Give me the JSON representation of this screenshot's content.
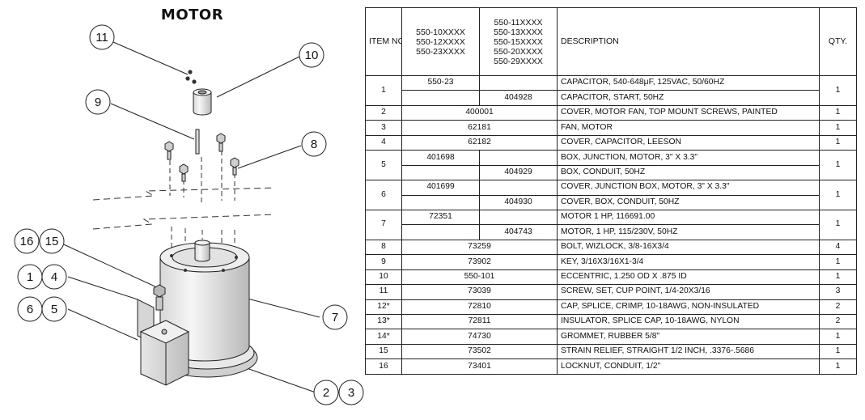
{
  "title": "MOTOR",
  "callouts": [
    "11",
    "10",
    "9",
    "8",
    "16",
    "15",
    "1",
    "4",
    "6",
    "5",
    "7",
    "2",
    "3"
  ],
  "table": {
    "headers": {
      "item_no": "ITEM NO.",
      "group_a": [
        "550-10XXXX",
        "550-12XXXX",
        "550-23XXXX"
      ],
      "group_b": [
        "550-11XXXX",
        "550-13XXXX",
        "550-15XXXX",
        "550-20XXXX",
        "550-29XXXX"
      ],
      "description": "DESCRIPTION",
      "qty": "QTY."
    },
    "rows": [
      {
        "item": "1",
        "a": "550-23",
        "b": "",
        "desc": "CAPACITOR, 540-648μF, 125VAC, 50/60HZ",
        "desc2": "CAPACITOR, START, 50HZ",
        "a2": "",
        "b2": "404928",
        "qty": "1"
      },
      {
        "item": "2",
        "ab": "400001",
        "desc": "COVER, MOTOR FAN, TOP MOUNT SCREWS, PAINTED",
        "qty": "1"
      },
      {
        "item": "3",
        "ab": "62181",
        "desc": "FAN, MOTOR",
        "qty": "1"
      },
      {
        "item": "4",
        "ab": "62182",
        "desc": "COVER, CAPACITOR, LEESON",
        "qty": "1"
      },
      {
        "item": "5",
        "a": "401698",
        "b": "",
        "desc": "BOX, JUNCTION, MOTOR, 3\" X 3.3\"",
        "a2": "",
        "b2": "404929",
        "desc2": "BOX, CONDUIT, 50HZ",
        "qty": "1"
      },
      {
        "item": "6",
        "a": "401699",
        "b": "",
        "desc": "COVER, JUNCTION BOX, MOTOR, 3\" X 3.3\"",
        "a2": "",
        "b2": "404930",
        "desc2": "COVER, BOX, CONDUIT, 50HZ",
        "qty": "1"
      },
      {
        "item": "7",
        "a": "72351",
        "b": "",
        "desc": "MOTOR 1 HP, 116691.00",
        "a2": "",
        "b2": "404743",
        "desc2": "MOTOR, 1 HP, 115/230V, 50HZ",
        "qty": "1"
      },
      {
        "item": "8",
        "ab": "73259",
        "desc": "BOLT, WIZLOCK, 3/8-16X3/4",
        "qty": "4"
      },
      {
        "item": "9",
        "ab": "73902",
        "desc": "KEY, 3/16X3/16X1-3/4",
        "qty": "1"
      },
      {
        "item": "10",
        "ab": "550-101",
        "desc": "ECCENTRIC, 1.250 OD X .875 ID",
        "qty": "1"
      },
      {
        "item": "11",
        "ab": "73039",
        "desc": "SCREW, SET, CUP POINT, 1/4-20X3/16",
        "qty": "3"
      },
      {
        "item": "12*",
        "ab": "72810",
        "desc": "CAP, SPLICE, CRIMP, 10-18AWG, NON-INSULATED",
        "qty": "2"
      },
      {
        "item": "13*",
        "ab": "72811",
        "desc": "INSULATOR, SPLICE CAP, 10-18AWG, NYLON",
        "qty": "2"
      },
      {
        "item": "14*",
        "ab": "74730",
        "desc": "GROMMET, RUBBER 5/8\"",
        "qty": "1"
      },
      {
        "item": "15",
        "ab": "73502",
        "desc": "STRAIN RELIEF, STRAIGHT 1/2 INCH, .3376-.5686",
        "qty": "1"
      },
      {
        "item": "16",
        "ab": "73401",
        "desc": "LOCKNUT, CONDUIT, 1/2\"",
        "qty": "1"
      }
    ]
  }
}
